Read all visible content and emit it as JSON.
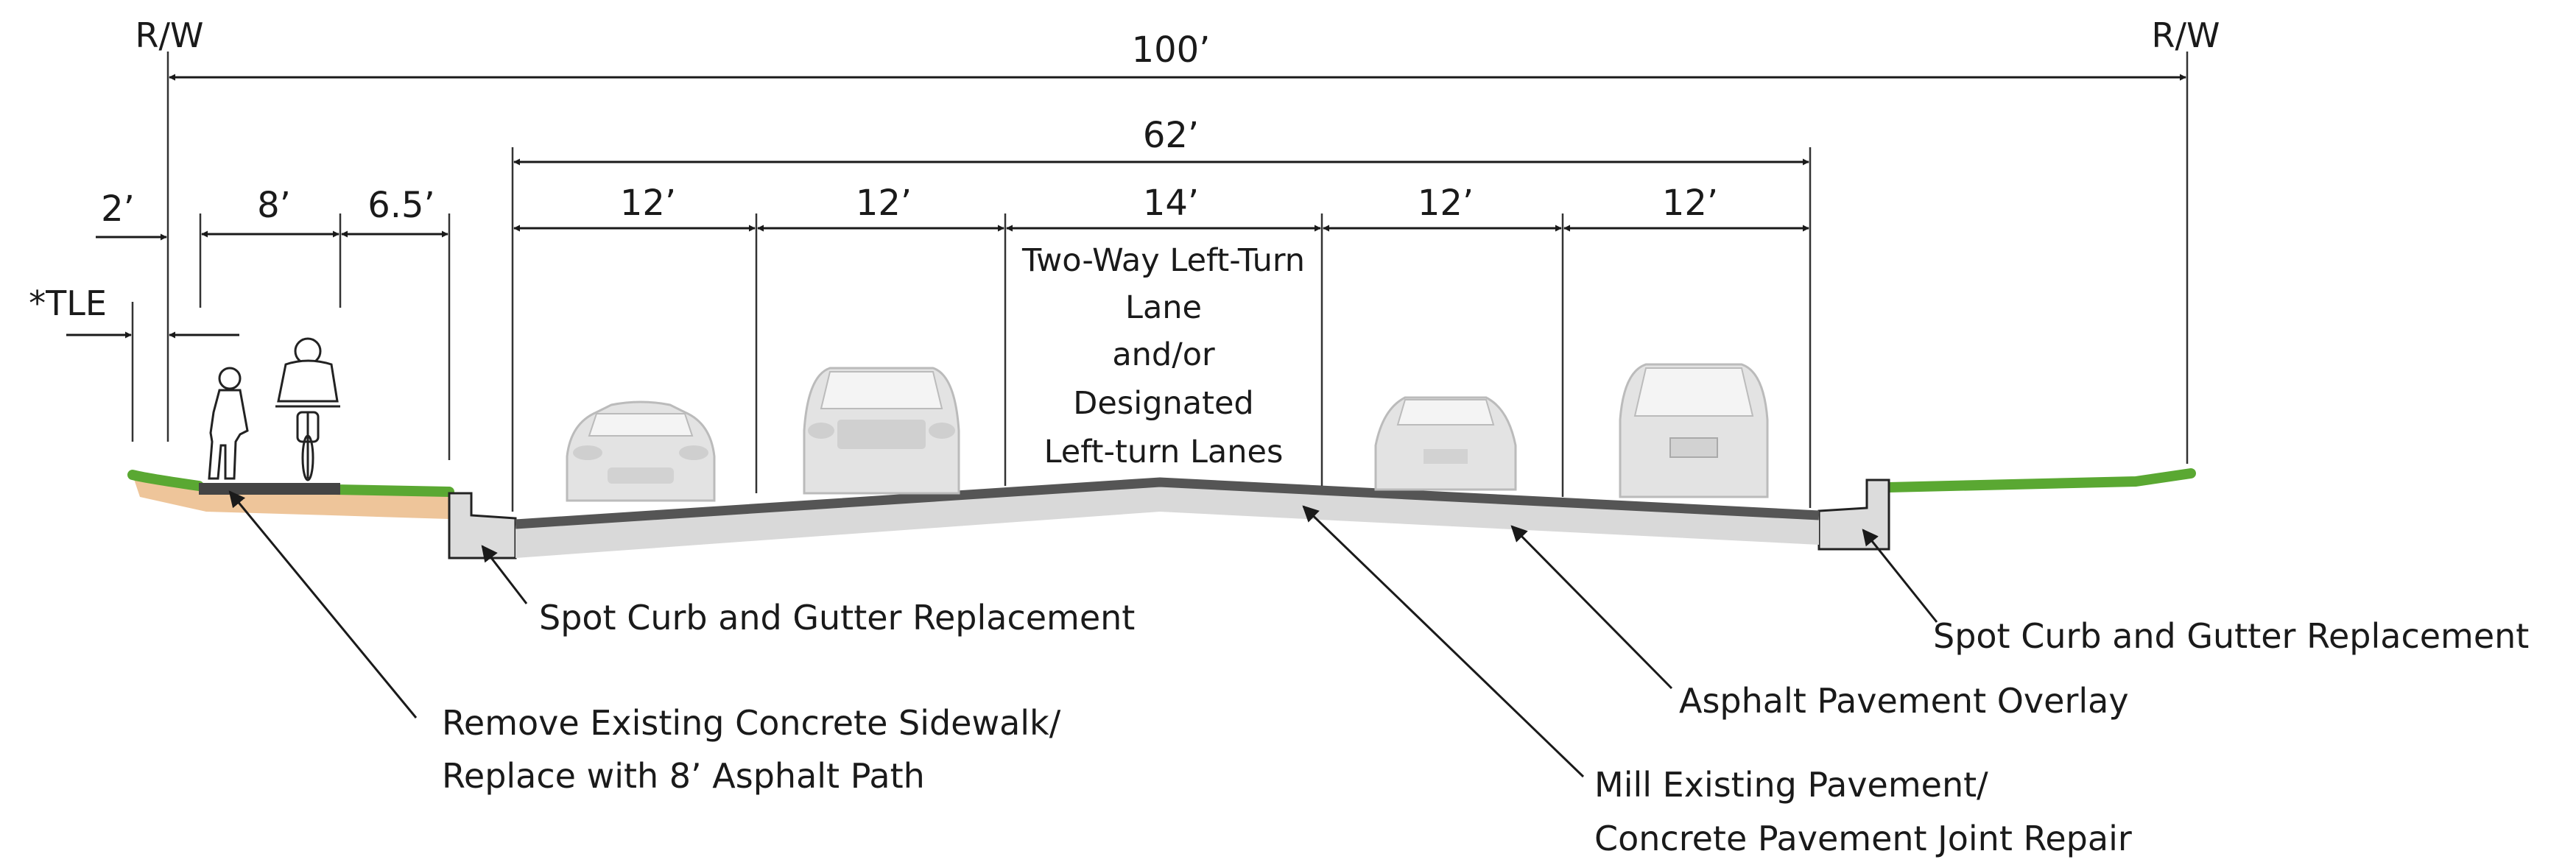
{
  "labels": {
    "rw_left": "R/W",
    "rw_right": "R/W",
    "tle": "*TLE"
  },
  "dimensions": {
    "total": "100’",
    "roadway": "62’",
    "buffer_left": "2’",
    "path": "8’",
    "parkway": "6.5’",
    "lane1": "12’",
    "lane2": "12’",
    "center_lane": "14’",
    "lane4": "12’",
    "lane5": "12’"
  },
  "center_lane_text": [
    "Two-Way Left-Turn",
    "Lane",
    "and/or",
    "Designated",
    "Left-turn Lanes"
  ],
  "annotations": {
    "curb_left": "Spot Curb and Gutter Replacement",
    "curb_right": "Spot Curb and Gutter Replacement",
    "sidewalk_line1": "Remove Existing Concrete Sidewalk/",
    "sidewalk_line2": "Replace with 8’ Asphalt Path",
    "overlay": "Asphalt Pavement Overlay",
    "mill_line1": "Mill Existing Pavement/",
    "mill_line2": "Concrete Pavement Joint Repair"
  },
  "colors": {
    "grass": "#5aa832",
    "soil": "#e9b98a",
    "asphalt": "#555555",
    "concrete": "#d9d9d9",
    "path": "#444444",
    "vehicle": "#e3e3e3"
  },
  "icons": {
    "pedestrian": "pedestrian-icon",
    "cyclist": "cyclist-icon",
    "vehicles": [
      "car-front-icon",
      "suv-front-icon",
      "car-rear-icon",
      "suv-rear-icon"
    ]
  }
}
